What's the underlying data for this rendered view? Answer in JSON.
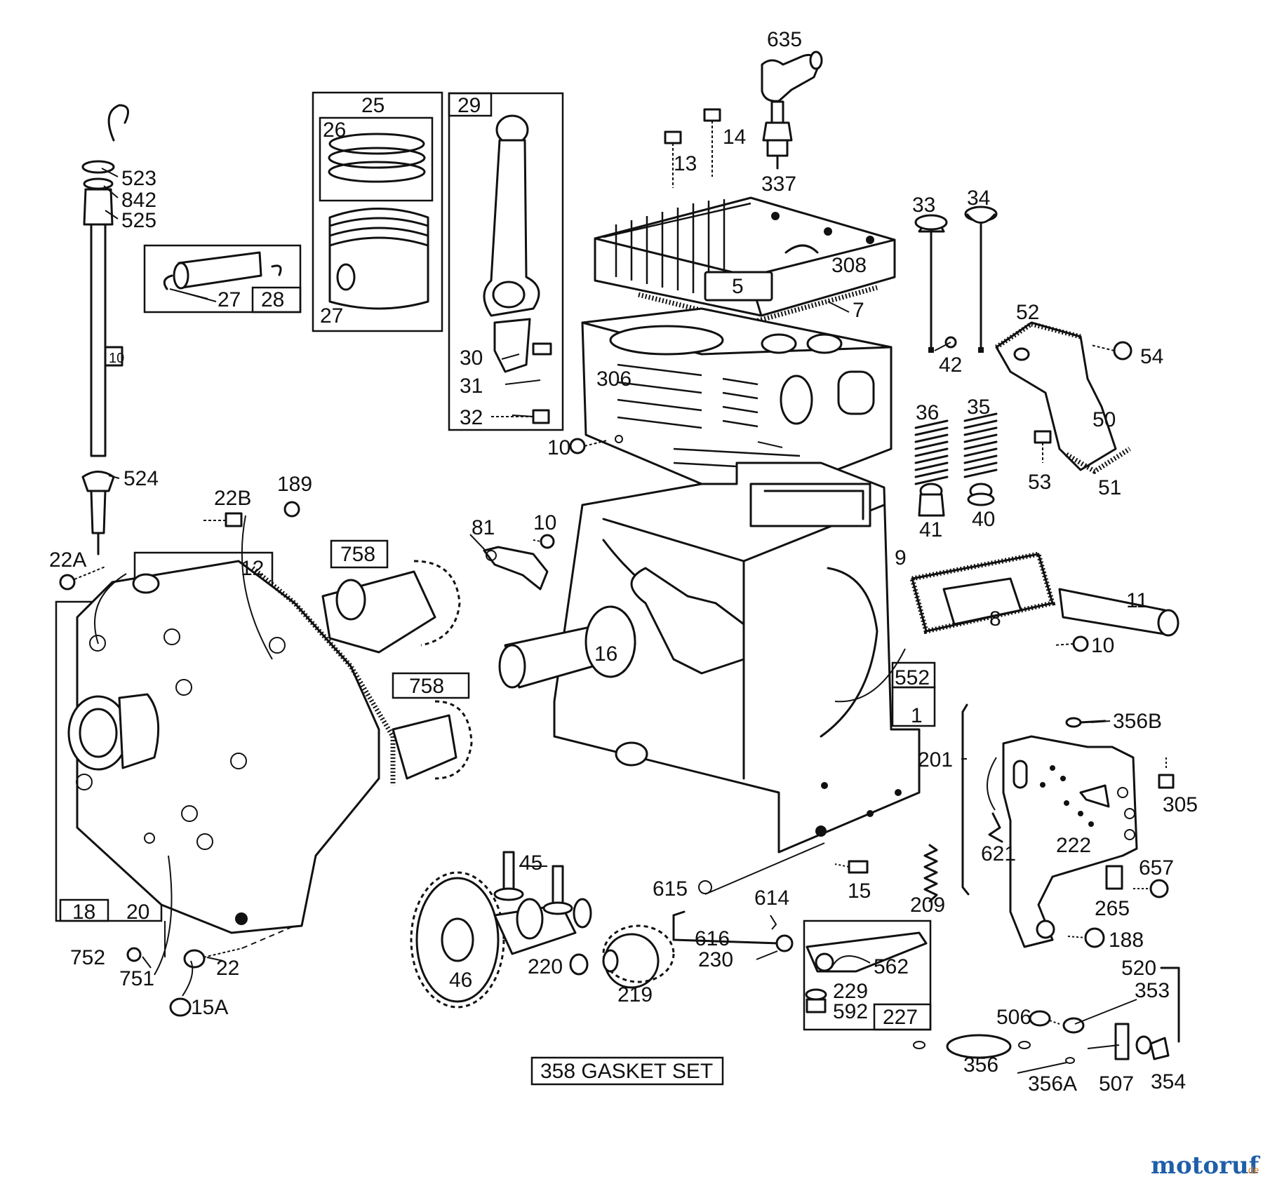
{
  "labels": {
    "p635": "635",
    "p13": "13",
    "p14": "14",
    "p337": "337",
    "p25": "25",
    "p26": "26",
    "p29": "29",
    "p27a": "27",
    "p28": "28",
    "p27b": "27",
    "p30": "30",
    "p31": "31",
    "p32": "32",
    "p523": "523",
    "p842": "842",
    "p525": "525",
    "p10a": "10",
    "p524": "524",
    "p308": "308",
    "p5": "5",
    "p7": "7",
    "p306": "306",
    "p10b": "10",
    "p33": "33",
    "p34": "34",
    "p42": "42",
    "p52": "52",
    "p54": "54",
    "p36": "36",
    "p35": "35",
    "p50": "50",
    "p53": "53",
    "p51": "51",
    "p41": "41",
    "p40": "40",
    "p22b": "22B",
    "p189": "189",
    "p22a": "22A",
    "p12": "12",
    "p758a": "758",
    "p758b": "758",
    "p81": "81",
    "p10c": "10",
    "p9": "9",
    "p11": "11",
    "p8": "8",
    "p10d": "10",
    "p16": "16",
    "p552": "552",
    "p1": "1",
    "p201": "201",
    "p356b": "356B",
    "p305": "305",
    "p621": "621",
    "p222": "222",
    "p657": "657",
    "p265": "265",
    "p188": "188",
    "p18": "18",
    "p20": "20",
    "p752": "752",
    "p751": "751",
    "p22": "22",
    "p15a": "15A",
    "p45": "45",
    "p46": "46",
    "p220": "220",
    "p219": "219",
    "p615": "615",
    "p614": "614",
    "p616": "616",
    "p230": "230",
    "p15": "15",
    "p209": "209",
    "p562": "562",
    "p229": "229",
    "p592": "592",
    "p227": "227",
    "p520": "520",
    "p353": "353",
    "p506": "506",
    "p356": "356",
    "p356a": "356A",
    "p507": "507",
    "p354": "354"
  },
  "footer": {
    "gasket_set": "358 GASKET SET",
    "watermark_main": "motoruf",
    "watermark_suffix": ".de"
  },
  "colors": {
    "ink": "#111111",
    "background": "#ffffff",
    "watermark_blue": "#1f5fa8",
    "watermark_orange": "#e07b1a"
  }
}
